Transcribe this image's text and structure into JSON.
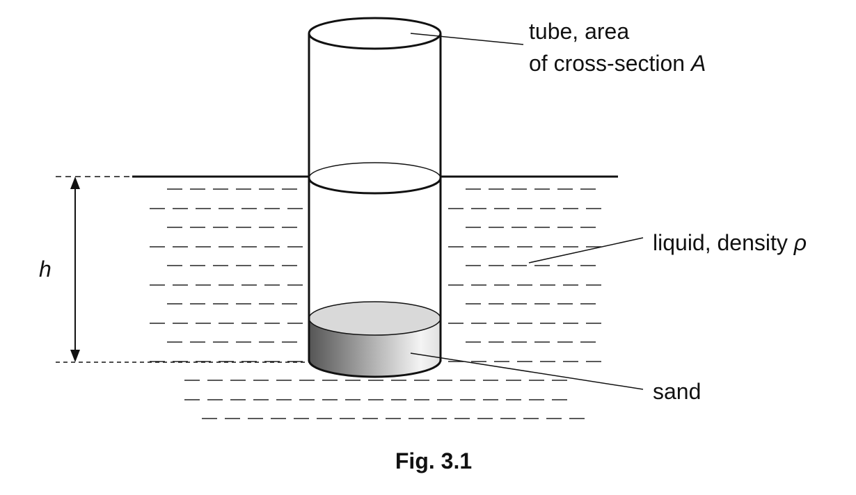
{
  "labels": {
    "tube_line1": "tube, area",
    "tube_line2_prefix": "of cross-section ",
    "tube_symbol": "A",
    "liquid_prefix": "liquid, density ",
    "liquid_symbol": "ρ",
    "sand": "sand",
    "height_symbol": "h"
  },
  "caption": "Fig. 3.1",
  "colors": {
    "ink": "#111111",
    "sand_top": "#d9d9d9",
    "sand_side_dark": "#5a5a5a",
    "sand_side_light": "#f2f2f2"
  }
}
